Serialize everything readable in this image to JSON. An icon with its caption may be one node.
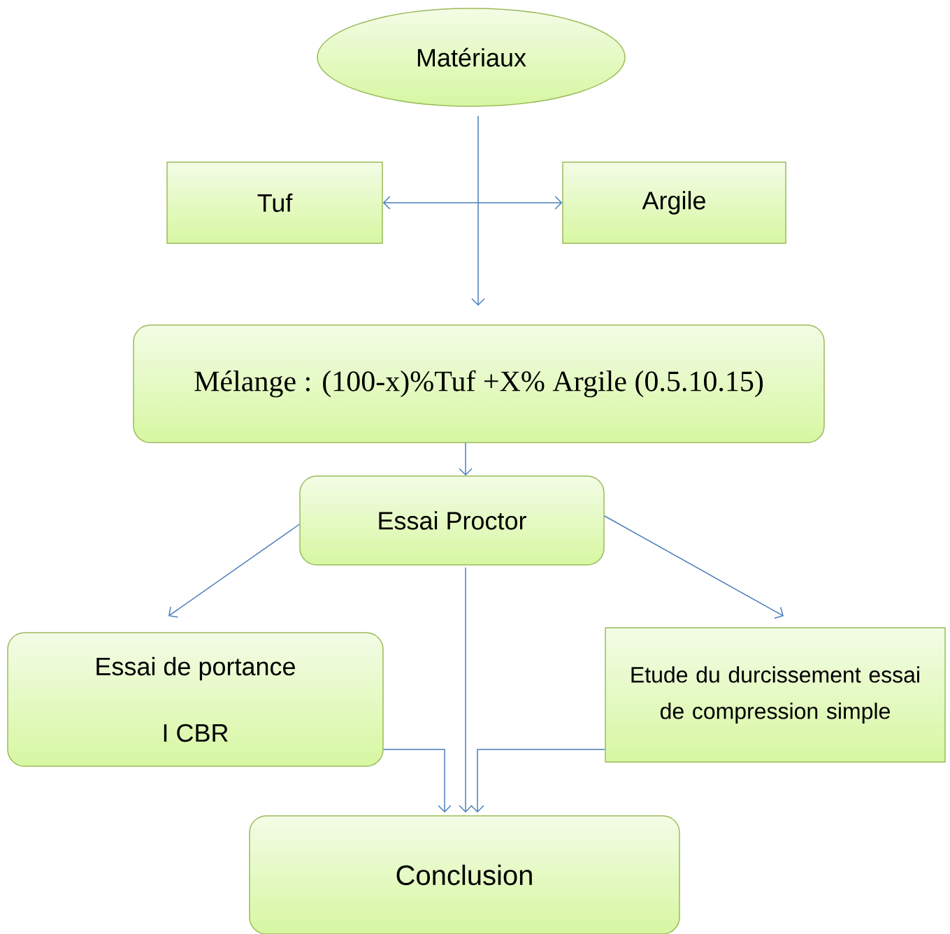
{
  "diagram": {
    "nodes": [
      {
        "text": [
          "Matériaux"
        ]
      },
      {
        "text": [
          "Tuf"
        ]
      },
      {
        "text": [
          "Argile"
        ]
      },
      {
        "text": [
          "Mélange : (100-x)%Tuf +X%  Argile (0.5.10.15)"
        ]
      },
      {
        "text": [
          "Essai Proctor"
        ]
      },
      {
        "text": [
          "Essai de portance",
          "I CBR"
        ]
      },
      {
        "text": [
          "Etude du durcissement essai de compression simple"
        ]
      },
      {
        "text": [
          "Conclusion"
        ]
      }
    ],
    "edges": [
      {
        "from": 0,
        "to": 3,
        "arrow": "to"
      },
      {
        "from": 1,
        "to": 2,
        "arrow": "both"
      },
      {
        "from": 3,
        "to": 4,
        "arrow": "to"
      },
      {
        "from": 4,
        "to": 5,
        "arrow": "to"
      },
      {
        "from": 4,
        "to": 6,
        "arrow": "to"
      },
      {
        "from": 4,
        "to": 7,
        "arrow": "to"
      },
      {
        "from": 5,
        "to": 7,
        "arrow": "to"
      },
      {
        "from": 6,
        "to": 7,
        "arrow": "to"
      }
    ]
  }
}
